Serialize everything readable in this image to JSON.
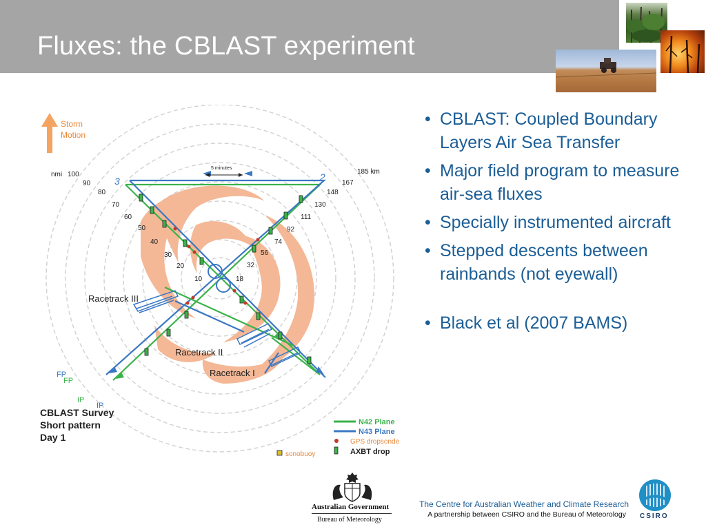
{
  "slide": {
    "title": "Fluxes: the CBLAST experiment",
    "bullets": [
      "CBLAST: Coupled Boundary Layers Air Sea Transfer",
      "Major field program to measure air-sea fluxes",
      "Specially instrumented aircraft",
      "Stepped descents between rainbands (not eyewall)",
      "Black et al (2007 BAMS)"
    ],
    "bullet_glyph": "•"
  },
  "diagram": {
    "storm_motion": [
      "Storm",
      "Motion"
    ],
    "unit_nmi": "nmi",
    "unit_km": "185 km",
    "time_scale": "5 minutes",
    "waypoints": [
      "3",
      "2"
    ],
    "nmi_ticks": [
      "100",
      "90",
      "80",
      "70",
      "60",
      "50",
      "40",
      "30",
      "20",
      "10"
    ],
    "km_ticks": [
      "167",
      "148",
      "130",
      "111",
      "92",
      "74",
      "56",
      "32",
      "18"
    ],
    "racetracks": [
      "Racetrack III",
      "Racetrack II",
      "Racetrack I"
    ],
    "endpoints": [
      "FP",
      "FP",
      "IP",
      "IP"
    ],
    "survey_label": [
      "CBLAST Survey",
      "Short pattern",
      "Day 1"
    ],
    "legend": {
      "n42": "N42 Plane",
      "n43": "N43 Plane",
      "gps": "GPS dropsonde",
      "axbt": "AXBT drop",
      "sonobuoy": "sonobuoy"
    },
    "colors": {
      "n42": "#3bb34a",
      "n43": "#3a78c4",
      "rain": "#f4b896",
      "gps": "#c0392b",
      "sono": "#d9c22a",
      "storm_arrow": "#f4a460"
    }
  },
  "footer": {
    "gov": "Australian Government",
    "bom": "Bureau of Meteorology",
    "centre": "The Centre for Australian Weather and Climate Research",
    "partnership": "A partnership between CSIRO and the Bureau of Meteorology",
    "csiro": "CSIRO"
  }
}
